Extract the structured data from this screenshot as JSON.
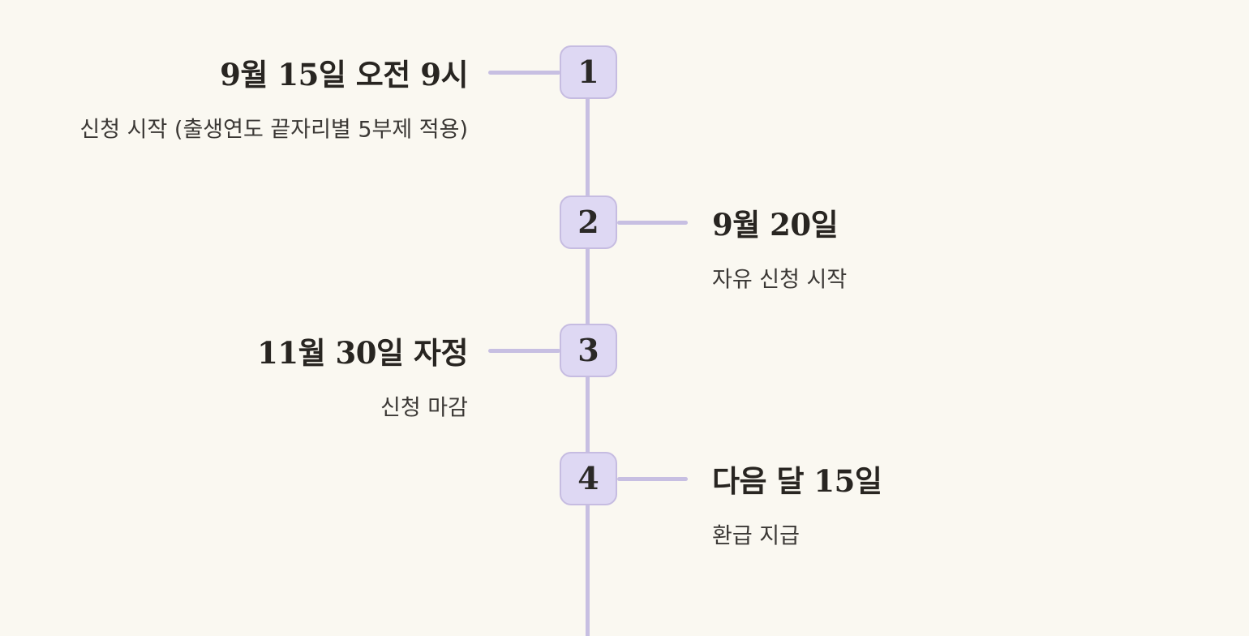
{
  "page": {
    "background_color": "#faf8f1"
  },
  "timeline": {
    "node_fill_color": "#ded8f3",
    "node_border_color": "#c6bce1",
    "line_color": "#c7bfe2",
    "title_color": "#282521",
    "subtitle_color": "#3b3835",
    "items": [
      {
        "number": "1",
        "side": "left",
        "title": "9월 15일 오전 9시",
        "subtitle": "신청 시작 (출생연도 끝자리별 5부제 적용)"
      },
      {
        "number": "2",
        "side": "right",
        "title": "9월 20일",
        "subtitle": "자유 신청 시작"
      },
      {
        "number": "3",
        "side": "left",
        "title": "11월 30일 자정",
        "subtitle": "신청 마감"
      },
      {
        "number": "4",
        "side": "right",
        "title": "다음 달 15일",
        "subtitle": "환급 지급"
      }
    ]
  }
}
